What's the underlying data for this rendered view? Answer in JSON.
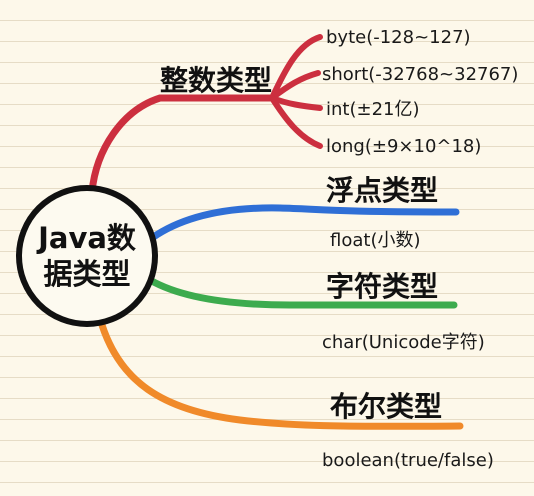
{
  "colors": {
    "background": "#fdf8ea",
    "integer_branch": "#cc2f3f",
    "float_branch": "#2f6fd6",
    "char_branch": "#3dab4e",
    "boolean_branch": "#f08a2a",
    "center_border": "#111111"
  },
  "center": {
    "line1": "Java数",
    "line2": "据类型"
  },
  "categories": [
    {
      "name": "整数类型",
      "children": [
        "byte(-128~127)",
        "short(-32768~32767)",
        "int(±21亿)",
        "long(±9×10^18)"
      ]
    },
    {
      "name": "浮点类型",
      "children": [
        "float(小数)"
      ]
    },
    {
      "name": "字符类型",
      "children": [
        "char(Unicode字符)"
      ]
    },
    {
      "name": "布尔类型",
      "children": [
        "boolean(true/false)"
      ]
    }
  ]
}
